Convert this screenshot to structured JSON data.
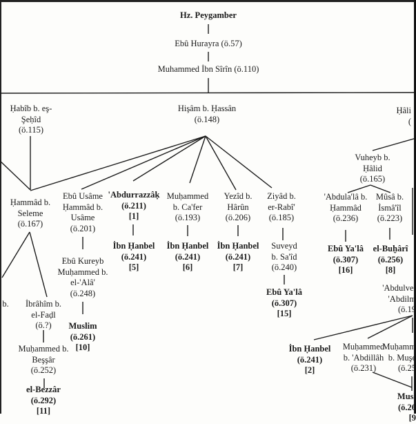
{
  "nodes": {
    "peygamber": {
      "lines": [
        "Hz. Peygamber"
      ],
      "bold": true
    },
    "hurayra": {
      "lines": [
        "Ebû Hurayra (ö.57)"
      ],
      "bold": false
    },
    "sirin": {
      "lines": [
        "Muhammed İbn Sîrîn (ö.110)"
      ],
      "bold": false
    },
    "habib": {
      "lines": [
        "Ḥabîb b. eş-",
        "Şeḥîd",
        "(ö.115)"
      ],
      "bold": false
    },
    "hisam": {
      "lines": [
        "Hişâm b. Ḥassân",
        "(ö.148)"
      ],
      "bold": false
    },
    "halid": {
      "lines": [
        "Ḥâli",
        "("
      ],
      "bold": false
    },
    "hammad": {
      "lines": [
        "Ḥammâd b.",
        "Seleme",
        "(ö.167)"
      ],
      "bold": false
    },
    "ebu_usame": {
      "lines": [
        "Ebû Usâme",
        "Ḥammâd b.",
        "Usâme",
        "(ö.201)"
      ],
      "bold": false
    },
    "abdurrazzak": {
      "lines": [
        "'Abdurrazzâḳ",
        "(ö.211)",
        "[1]"
      ],
      "bold": true
    },
    "m_cafer": {
      "lines": [
        "Muḥammed",
        "b. Ca'fer",
        "(ö.193)"
      ],
      "bold": false
    },
    "yezid": {
      "lines": [
        "Yezîd b.",
        "Hârûn",
        "(ö.206)"
      ],
      "bold": false
    },
    "ziyad": {
      "lines": [
        "Ziyâd b.",
        "er-Rabî'",
        "(ö.185)"
      ],
      "bold": false
    },
    "vuheyb": {
      "lines": [
        "Vuheyb b.",
        "Ḥâlid",
        "(ö.165)"
      ],
      "bold": false
    },
    "abdulala": {
      "lines": [
        "'Abdula'lâ b.",
        "Ḥammâd",
        "(ö.236)"
      ],
      "bold": false
    },
    "musa": {
      "lines": [
        "Mûsâ b.",
        "İsmâ'îl",
        "(ö.223)"
      ],
      "bold": false
    },
    "ebu_kureyb": {
      "lines": [
        "Ebû Kureyb",
        "Muḥammed b.",
        "el-'Alâ'",
        "(ö.248)"
      ],
      "bold": false
    },
    "hanbel_5": {
      "lines": [
        "İbn Ḥanbel",
        "(ö.241)",
        "[5]"
      ],
      "bold": true
    },
    "hanbel_6": {
      "lines": [
        "İbn Ḥanbel",
        "(ö.241)",
        "[6]"
      ],
      "bold": true
    },
    "hanbel_7": {
      "lines": [
        "İbn Ḥanbel",
        "(ö.241)",
        "[7]"
      ],
      "bold": true
    },
    "suveyd": {
      "lines": [
        "Suveyd",
        "b. Sa'îd",
        "(ö.240)"
      ],
      "bold": false
    },
    "ebu_yala_16": {
      "lines": [
        "Ebû Ya'lâ",
        "(ö.307)",
        "[16]"
      ],
      "bold": true
    },
    "buhari": {
      "lines": [
        "el-Buḫârî",
        "(ö.256)",
        "[8]"
      ],
      "bold": true
    },
    "left_partial": {
      "lines": [
        "b."
      ],
      "bold": false
    },
    "ibrahim": {
      "lines": [
        "İbrâhîm b.",
        "el-Faḍl",
        "(ö.?)"
      ],
      "bold": false
    },
    "muslim_10": {
      "lines": [
        "Muslim",
        "(ö.261)",
        "[10]"
      ],
      "bold": true
    },
    "ebu_yala_15": {
      "lines": [
        "Ebû Ya'lâ",
        "(ö.307)",
        "[15]"
      ],
      "bold": true
    },
    "abdulvel": {
      "lines": [
        "'Abdulvel",
        "'Abdilm",
        "(ö.19"
      ],
      "bold": false
    },
    "m_bessar": {
      "lines": [
        "Muḥammed b.",
        "Beşşâr",
        "(ö.252)"
      ],
      "bold": false
    },
    "hanbel_2": {
      "lines": [
        "İbn Ḥanbel",
        "(ö.241)",
        "[2]"
      ],
      "bold": true
    },
    "m_abdillah": {
      "lines": [
        "Muḥammed",
        "b. 'Abdillâh",
        "(ö.231)"
      ],
      "bold": false
    },
    "m_muse": {
      "lines": [
        "Muḥamm",
        "b. Muşe",
        "(ö.25"
      ],
      "bold": false
    },
    "bezzar": {
      "lines": [
        "el-Bezzâr",
        "(ö.292)",
        "[11]"
      ],
      "bold": true
    },
    "muslim_r": {
      "lines": [
        "Musl",
        "(ö.26",
        "[9"
      ],
      "bold": true
    }
  }
}
